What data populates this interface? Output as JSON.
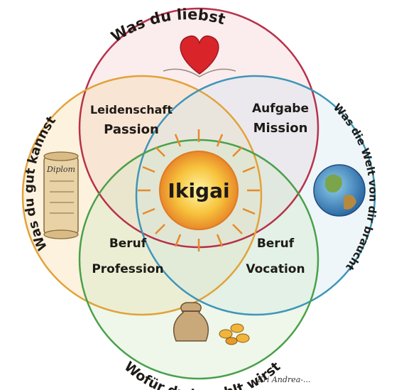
{
  "diagram": {
    "center": "Ikigai",
    "circles": {
      "love": {
        "label": "Was du liebst",
        "color": "#b7324a",
        "fill": "#f3c9cf"
      },
      "good": {
        "label": "Was du gut kannst",
        "color": "#e2a23a",
        "fill": "#f7dba0"
      },
      "world": {
        "label": "Was die Welt von dir braucht",
        "color": "#3f95b8",
        "fill": "#cfe6ef"
      },
      "paid": {
        "label": "Wofür du bezahlt wirst",
        "color": "#4aa04a",
        "fill": "#cfe8c4"
      }
    },
    "overlaps": {
      "passion": {
        "line1": "Leidenschaft",
        "line2": "Passion"
      },
      "mission": {
        "line1": "Aufgabe",
        "line2": "Mission"
      },
      "profession": {
        "line1": "Beruf",
        "line2": "Profession"
      },
      "vocation": {
        "line1": "Beruf",
        "line2": "Vocation"
      }
    },
    "diploma_text": "Diplom",
    "signature": "Eri Andrea-..."
  }
}
